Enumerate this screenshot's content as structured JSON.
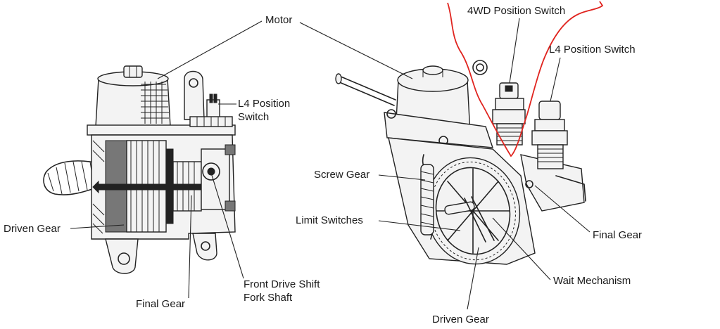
{
  "diagram": {
    "labels": {
      "motor": "Motor",
      "l4_switch_left_line1": "L4 Position",
      "l4_switch_left_line2": "Switch",
      "driven_gear_left": "Driven Gear",
      "final_gear_left": "Final Gear",
      "front_drive_line1": "Front Drive Shift",
      "front_drive_line2": "Fork Shaft",
      "fwd_switch": "4WD Position Switch",
      "l4_switch_right": "L4 Position Switch",
      "screw_gear": "Screw Gear",
      "limit_switches": "Limit Switches",
      "final_gear_right": "Final Gear",
      "wait_mechanism": "Wait Mechanism",
      "driven_gear_right": "Driven Gear"
    },
    "highlight_color": "#e0241f"
  }
}
